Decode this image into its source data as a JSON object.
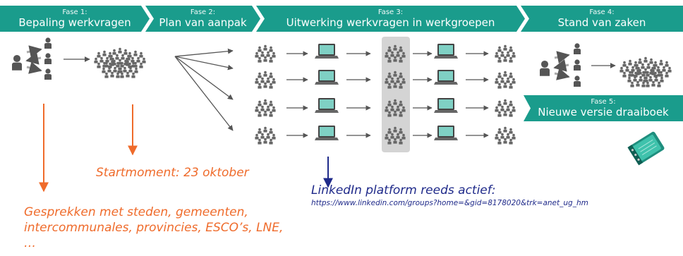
{
  "phases": [
    {
      "label": "Fase 1:",
      "title": "Bepaling werkvragen"
    },
    {
      "label": "Fase 2:",
      "title": "Plan van aanpak"
    },
    {
      "label": "Fase 3:",
      "title": "Uitwerking werkvragen in werkgroepen"
    },
    {
      "label": "Fase 4:",
      "title": "Stand van zaken"
    },
    {
      "label": "Fase 5:",
      "title": "Nieuwe versie draaiboek"
    }
  ],
  "notes": {
    "startmoment": "Startmoment: 23 oktober",
    "gesprekken": "Gesprekken met steden, gemeenten, intercommunales, provincies, ESCO’s, LNE, …",
    "linkedin_title": "LinkedIn platform reeds actief:",
    "linkedin_url": "https://www.linkedin.com/groups?home=&gid=8178020&trk=anet_ug_hm"
  },
  "colors": {
    "banner": "#1a9c8c",
    "annotation_orange": "#ef6b2b",
    "annotation_navy": "#1f2a8a",
    "person": "#555555",
    "laptop_screen": "#7fd0c4"
  },
  "icons": [
    "person-icon",
    "group-icon",
    "laptop-icon",
    "binder-icon",
    "exchange-arrows-icon"
  ]
}
